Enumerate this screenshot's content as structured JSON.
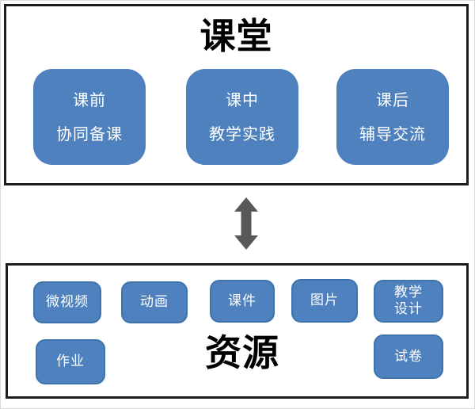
{
  "colors": {
    "box_fill": "#4E81BD",
    "box_border": "#3E74AE",
    "box_text": "#FFFFFF",
    "panel_border": "#1C1C1C",
    "title_text": "#000000",
    "arrow": "#595959"
  },
  "classroom": {
    "title": "课堂",
    "stages": [
      {
        "name": "pre-class",
        "line1": "课前",
        "line2": "协同备课"
      },
      {
        "name": "in-class",
        "line1": "课中",
        "line2": "教学实践"
      },
      {
        "name": "after-class",
        "line1": "课后",
        "line2": "辅导交流"
      }
    ]
  },
  "connector": {
    "type": "double-headed-vertical-arrow"
  },
  "resources": {
    "title": "资源",
    "items": [
      {
        "name": "micro-video",
        "label": "微视频"
      },
      {
        "name": "animation",
        "label": "动画"
      },
      {
        "name": "courseware",
        "label": "课件"
      },
      {
        "name": "picture",
        "label": "图片"
      },
      {
        "name": "teaching-design",
        "label": "教学\n设计"
      },
      {
        "name": "homework",
        "label": "作业"
      },
      {
        "name": "test-paper",
        "label": "试卷"
      }
    ]
  }
}
